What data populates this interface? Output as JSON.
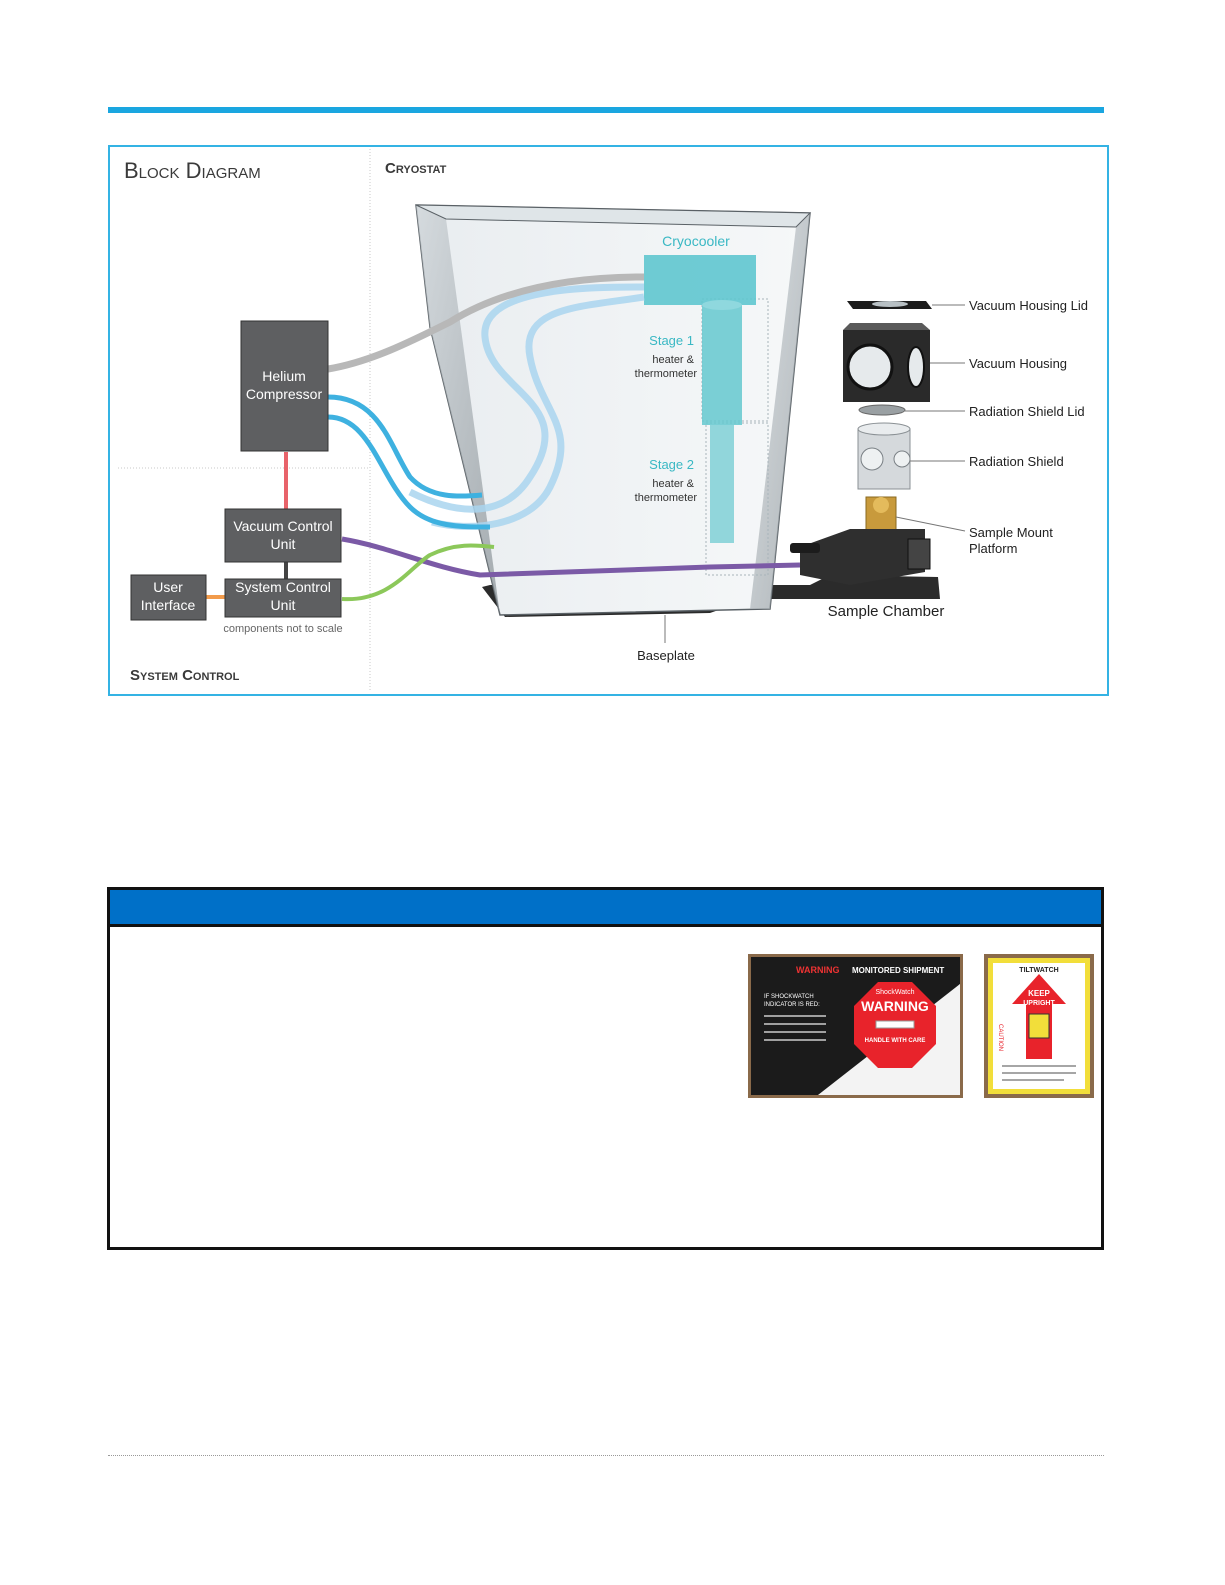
{
  "diagram": {
    "title": "Block Diagram",
    "cryostat_title": "Cryostat",
    "system_control_title": "System Control",
    "note": "components not to scale",
    "blocks": {
      "helium_line1": "Helium",
      "helium_line2": "Compressor",
      "vcu_line1": "Vacuum Control",
      "vcu_line2": "Unit",
      "scu_line1": "System Control",
      "scu_line2": "Unit",
      "ui_line1": "User",
      "ui_line2": "Interface"
    },
    "cryocooler": "Cryocooler",
    "stage1": {
      "title": "Stage 1",
      "line1": "heater &",
      "line2": "thermometer"
    },
    "stage2": {
      "title": "Stage 2",
      "line1": "heater &",
      "line2": "thermometer"
    },
    "parts": {
      "vacuum_housing_lid": "Vacuum Housing Lid",
      "vacuum_housing": "Vacuum Housing",
      "radiation_shield_lid": "Radiation Shield Lid",
      "radiation_shield": "Radiation Shield",
      "sample_mount_line1": "Sample Mount",
      "sample_mount_line2": "Platform",
      "sample_chamber": "Sample Chamber",
      "baseplate": "Baseplate"
    },
    "colors": {
      "accent": "#1aa6e0",
      "block": "#5e5f61",
      "teal": "#3ab8c4",
      "helium_line_red": "#e8636a",
      "ui_line_orange": "#f29b4b",
      "purple": "#7b5aa6",
      "green": "#8cc85a",
      "blue": "#3eb1e0",
      "gray_line": "#b5b5b5"
    }
  },
  "labels": {
    "shockwatch": {
      "warning_small": "WARNING",
      "monitored": "MONITORED SHIPMENT",
      "brand": "ShockWatch",
      "warning_big": "WARNING",
      "handle": "HANDLE WITH CARE",
      "if_line1": "IF SHOCKWATCH",
      "if_line2": "INDICATOR IS RED:"
    },
    "tiltwatch": {
      "brand": "TILTWATCH",
      "keep": "KEEP",
      "upright": "UPRIGHT",
      "caution": "CAUTION"
    }
  },
  "colors": {
    "warning_bar": "#0070c8"
  }
}
